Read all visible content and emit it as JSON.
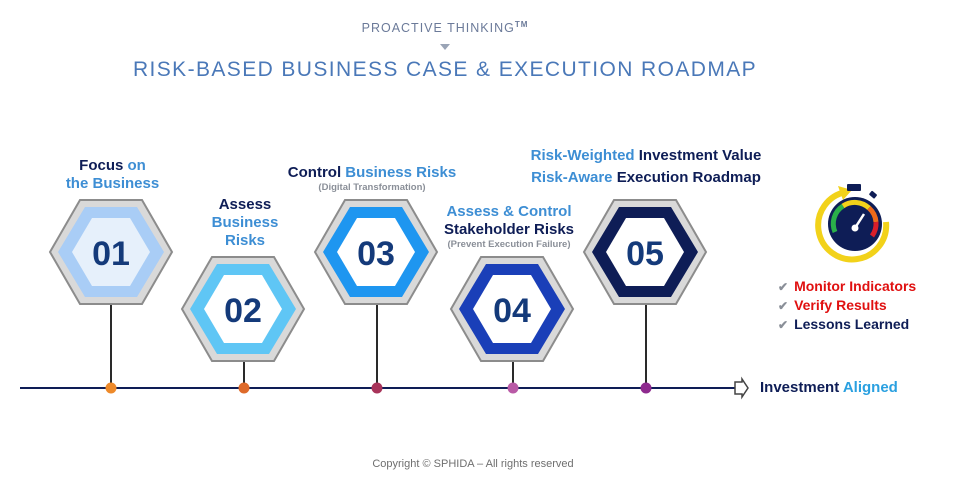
{
  "header": {
    "kicker": "PROACTIVE THINKING",
    "kicker_mark": "TM",
    "title": "RISK-BASED BUSINESS CASE & EXECUTION ROADMAP"
  },
  "steps": [
    {
      "number": "01",
      "label_a": "Focus",
      "label_b": "on",
      "label_c": "the Business"
    },
    {
      "number": "02",
      "label_a": "Assess",
      "label_b": "Business",
      "label_c": "Risks"
    },
    {
      "number": "03",
      "label_a": "Control",
      "label_b": "Business Risks",
      "note": "(Digital Transformation)"
    },
    {
      "number": "04",
      "label_a": "Assess & Control",
      "label_b": "Stakeholder Risks",
      "note": "(Prevent Execution Failure)"
    },
    {
      "number": "05",
      "line1_a": "Risk-Weighted",
      "line1_b": "Investment Value",
      "line2_a": "Risk-Aware",
      "line2_b": "Execution Roadmap"
    }
  ],
  "monitor": {
    "icon": "stopwatch-gauge-icon",
    "items": [
      "Monitor Indicators",
      "Verify Results",
      "Lessons Learned"
    ],
    "tick": "✔"
  },
  "timeline": {
    "end_a": "Investment",
    "end_b": "Aligned"
  },
  "footer": {
    "copyright": "Copyright © SPHIDA – All rights reserved"
  },
  "colors": {
    "hex1": "#a9cdf6",
    "hex2": "#5fc6f5",
    "hex3": "#1e96f0",
    "hex4": "#1a3fb8",
    "hex5": "#0e1d56",
    "dot1": "#ee8a2a",
    "dot2": "#de6a2a",
    "dot3": "#a8345a",
    "dot4": "#b95aa6",
    "dot5": "#8e2a8e",
    "red": "#e01010",
    "navy": "#0e1d56",
    "accent": "#2aa0e0"
  }
}
